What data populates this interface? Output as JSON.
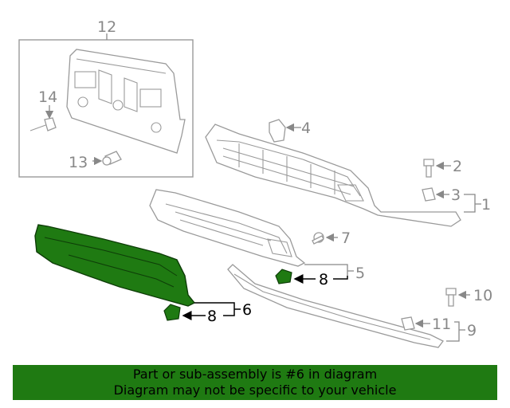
{
  "callouts": {
    "c1": "1",
    "c2": "2",
    "c3": "3",
    "c4": "4",
    "c5": "5",
    "c6": "6",
    "c7": "7",
    "c8a": "8",
    "c8b": "8",
    "c9": "9",
    "c10": "10",
    "c11": "11",
    "c12": "12",
    "c13": "13",
    "c14": "14"
  },
  "highlight": {
    "part_number": "6",
    "color": "#1f7a12"
  },
  "banner": {
    "line1": "Part or sub-assembly is #6 in diagram",
    "line2": "Diagram may not be specific to your vehicle",
    "background": "#1f7a12"
  }
}
